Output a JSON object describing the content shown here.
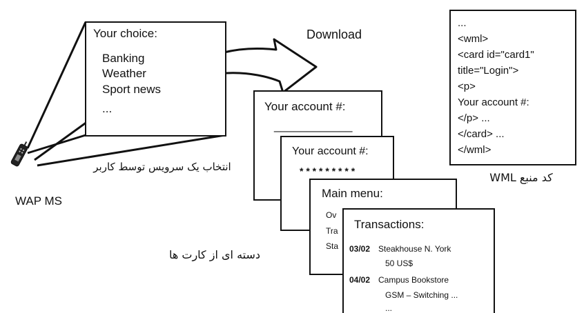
{
  "phone": {
    "label": "WAP MS"
  },
  "choice_card": {
    "title": "Your choice:",
    "items": [
      "Banking",
      "Weather",
      "Sport news",
      "..."
    ]
  },
  "download": {
    "label": "Download"
  },
  "service_selection": {
    "label": "انتخاب یک سرویس توسط کاربر"
  },
  "card_deck": {
    "label": "دسته ای از کارت ها",
    "account_card_1": {
      "title": "Your account #:",
      "field": "____________"
    },
    "account_card_2": {
      "title": "Your account #:",
      "field": "* * * * * * * * *"
    },
    "main_menu_card": {
      "title": "Main menu:",
      "items": [
        "Ov",
        "Tra",
        "Sta"
      ]
    },
    "transactions_card": {
      "title": "Transactions:",
      "rows": [
        {
          "date": "03/02",
          "text": "Steakhouse N. York"
        },
        {
          "date": "",
          "text": "50 US$"
        },
        {
          "date": "04/02",
          "text": "Campus Bookstore"
        },
        {
          "date": "",
          "text": "GSM – Switching ..."
        },
        {
          "date": "",
          "text": "..."
        }
      ]
    }
  },
  "wml_source": {
    "caption": "کد منبع WML",
    "lines": [
      "...",
      "<wml>",
      "<card id=\"card1\"",
      "title=\"Login\">",
      "<p>",
      "Your account #:",
      "</p> ...",
      "</card> ...",
      "</wml>"
    ]
  },
  "colors": {
    "ink": "#111111",
    "paper": "#ffffff"
  }
}
